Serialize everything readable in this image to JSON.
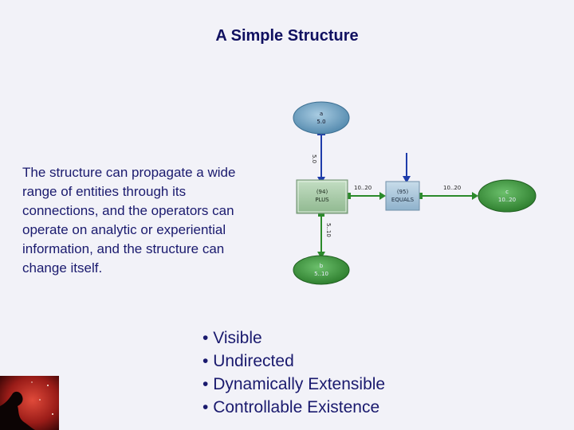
{
  "title": "A Simple Structure",
  "description": "The structure can propagate a wide range of entities through its connections, and the operators can operate on analytic or experiential information, and the structure can change itself.",
  "bullets": [
    "Visible",
    "Undirected",
    "Dynamically Extensible",
    "Controllable Existence"
  ],
  "diagram": {
    "nodes": {
      "a": {
        "name": "a",
        "value": "5.0"
      },
      "plus": {
        "id": "(94)",
        "op": "PLUS"
      },
      "equals": {
        "id": "(95)",
        "op": "EQUALS"
      },
      "b": {
        "name": "b",
        "value": "5..10"
      },
      "c": {
        "name": "c",
        "value": "10..20"
      }
    },
    "edges": {
      "a_plus": "5.0",
      "plus_equals": "10..20",
      "equals_c": "10..20",
      "plus_b": "5..10"
    }
  },
  "colors": {
    "background": "#f2f2f8",
    "text": "#1a1a6e",
    "title": "#101060",
    "node_blue": "#6fa3c4",
    "node_green": "#3f9a3f",
    "operator_fill": "#a3c8a3",
    "arrow_blue": "#1e3caa",
    "arrow_green": "#2b8a2b"
  }
}
